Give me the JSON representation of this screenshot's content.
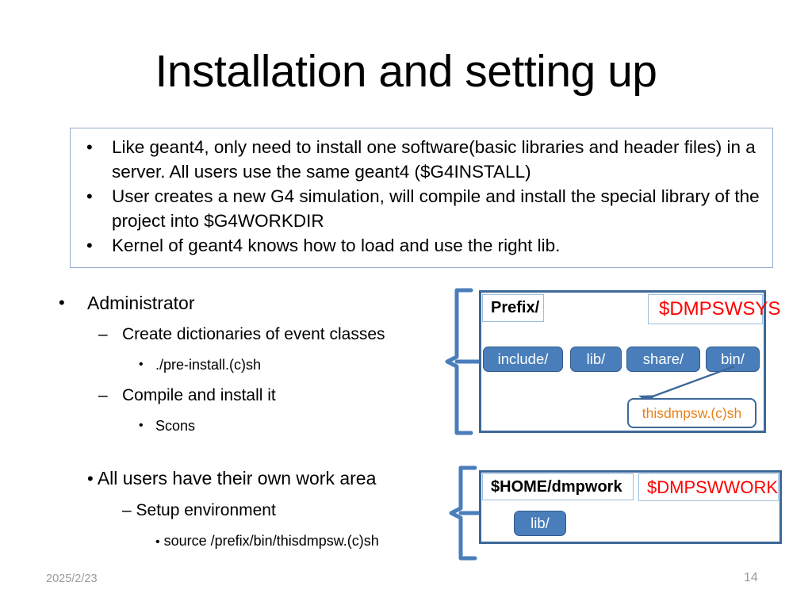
{
  "slide": {
    "title": "Installation and setting up",
    "footer": {
      "date": "2025/2/23",
      "page_number": "14"
    }
  },
  "top_box": {
    "bullet_glyph": "•",
    "items": [
      "Like geant4, only need to install one software(basic libraries and header files) in a server.  All users use the same geant4 ($G4INSTALL)",
      "User creates a new G4 simulation, will compile and install the special library of the project into $G4WORKDIR",
      "Kernel of geant4 knows how to load and use the right lib."
    ]
  },
  "outline_admin": {
    "rows": [
      {
        "level": 1,
        "mark": "•",
        "text": "Administrator"
      },
      {
        "level": 2,
        "mark": "–",
        "text": "Create dictionaries of event classes"
      },
      {
        "level": 3,
        "mark": "•",
        "text": "./pre-install.(c)sh"
      },
      {
        "level": 2,
        "mark": "–",
        "text": "Compile and install it"
      },
      {
        "level": 3,
        "mark": "•",
        "text": "Scons"
      }
    ]
  },
  "outline_users": {
    "rows": [
      {
        "level": 1,
        "mark": "•",
        "text": "All users have their own work area"
      },
      {
        "level": 2,
        "mark": "–",
        "text": "Setup environment"
      },
      {
        "level": 3,
        "mark": "•",
        "text": "source  /prefix/bin/thisdmpsw.(c)sh"
      }
    ]
  },
  "diagram_sys": {
    "path_label": "Prefix/",
    "env_var": "$DMPSWSYS",
    "folders": [
      "include/",
      "lib/",
      "share/",
      "bin/"
    ],
    "script_callout": "thisdmpsw.(c)sh"
  },
  "diagram_work": {
    "path_label": "$HOME/dmpwork",
    "env_var": "$DMPSWWORK",
    "folders": [
      "lib/"
    ]
  },
  "colors": {
    "env_var_red": "#ff0000",
    "folder_blue": "#4a7ebb",
    "folder_border": "#31588d",
    "diagram_border": "#3d6899",
    "callout_orange": "#e8811b",
    "textbox_border": "#94accf",
    "footer_gray": "#9b9b9b"
  }
}
